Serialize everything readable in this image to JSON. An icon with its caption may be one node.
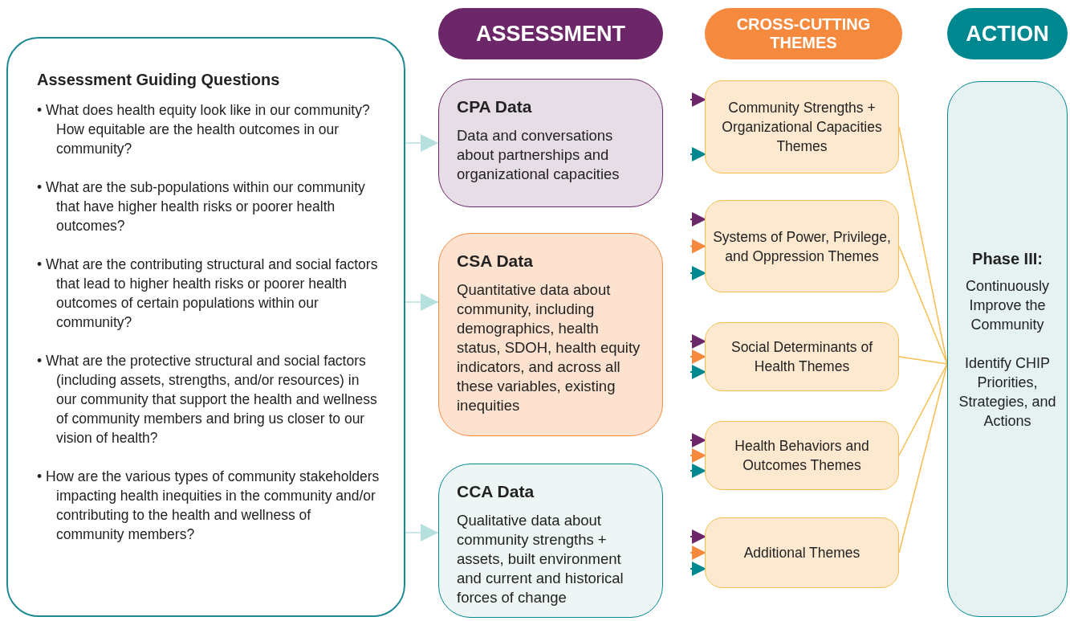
{
  "diagram": {
    "nodes": [
      {
        "text": [
          "ASSESSMENT"
        ]
      },
      {
        "text": [
          "CROSS-CUTTING THEMES"
        ]
      },
      {
        "text": [
          "ACTION"
        ]
      },
      {
        "text": [
          "Assessment Guiding Questions",
          "• What does health equity look like in our community? How equitable are the health outcomes in our community?",
          "• What are the sub-populations within our community that have higher health risks or poorer health outcomes?",
          "• What are the contributing structural and social factors that lead to higher health risks or poorer health outcomes of certain populations within our community?",
          "• What are the protective structural and social factors (including assets, strengths, and/or resources) in our community that support the health and wellness of community members and bring us closer to our vision of health?",
          "• How are the various types of community stakeholders impacting health inequities in the community and/or contributing to the health and wellness of community members?"
        ]
      },
      {
        "text": [
          "CPA Data",
          "Data and conversations about partnerships and organizational capacities"
        ]
      },
      {
        "text": [
          "CSA Data",
          "Quantitative data about community, including demographics, health status, SDOH, health equity indicators, and across all these variables, existing inequities"
        ]
      },
      {
        "text": [
          "CCA Data",
          "Qualitative data about community strengths + assets, built environment and current and historical forces of change"
        ]
      },
      {
        "text": [
          "Community Strengths + Organizational Capacities Themes"
        ]
      },
      {
        "text": [
          "Systems of Power, Privilege, and Oppression Themes"
        ]
      },
      {
        "text": [
          "Social Determinants of Health Themes"
        ]
      },
      {
        "text": [
          "Health Behaviors and Outcomes Themes"
        ]
      },
      {
        "text": [
          "Additional Themes"
        ]
      },
      {
        "text": [
          "Phase III:",
          "Continuously Improve the Community",
          "Identify CHIP Priorities, Strategies, and Actions"
        ]
      }
    ],
    "edges": [
      {
        "from": 3,
        "to": 4,
        "arrow": "to",
        "color": "#b5e0de"
      },
      {
        "from": 3,
        "to": 5,
        "arrow": "to",
        "color": "#b5e0de"
      },
      {
        "from": 3,
        "to": 6,
        "arrow": "to",
        "color": "#b5e0de"
      },
      {
        "from": null,
        "to": 7,
        "arrow": "to",
        "color": "#6b2768"
      },
      {
        "from": null,
        "to": 7,
        "arrow": "to",
        "color": "#008891"
      },
      {
        "from": null,
        "to": 8,
        "arrow": "to",
        "color": "#6b2768"
      },
      {
        "from": null,
        "to": 8,
        "arrow": "to",
        "color": "#f58a3f"
      },
      {
        "from": null,
        "to": 8,
        "arrow": "to",
        "color": "#008891"
      },
      {
        "from": null,
        "to": 9,
        "arrow": "to",
        "color": "#6b2768"
      },
      {
        "from": null,
        "to": 9,
        "arrow": "to",
        "color": "#f58a3f"
      },
      {
        "from": null,
        "to": 9,
        "arrow": "to",
        "color": "#008891"
      },
      {
        "from": null,
        "to": 10,
        "arrow": "to",
        "color": "#6b2768"
      },
      {
        "from": null,
        "to": 10,
        "arrow": "to",
        "color": "#f58a3f"
      },
      {
        "from": null,
        "to": 10,
        "arrow": "to",
        "color": "#008891"
      },
      {
        "from": null,
        "to": 11,
        "arrow": "to",
        "color": "#6b2768"
      },
      {
        "from": null,
        "to": 11,
        "arrow": "to",
        "color": "#f58a3f"
      },
      {
        "from": null,
        "to": 11,
        "arrow": "to",
        "color": "#008891"
      },
      {
        "from": 7,
        "to": 12,
        "arrow": "none",
        "color": "#f6bf4f"
      },
      {
        "from": 8,
        "to": 12,
        "arrow": "none",
        "color": "#f6bf4f"
      },
      {
        "from": 9,
        "to": 12,
        "arrow": "none",
        "color": "#f6bf4f"
      },
      {
        "from": 10,
        "to": 12,
        "arrow": "none",
        "color": "#f6bf4f"
      },
      {
        "from": 11,
        "to": 12,
        "arrow": "none",
        "color": "#f6bf4f"
      }
    ]
  }
}
